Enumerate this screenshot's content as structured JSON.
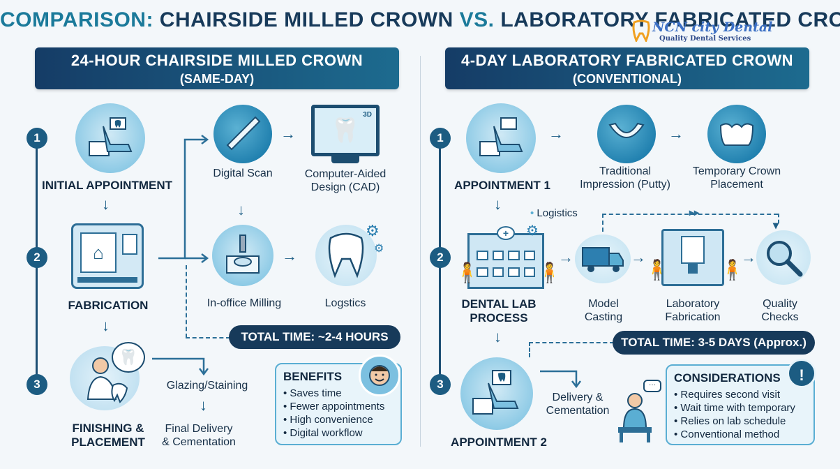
{
  "title": {
    "part1": "COMPARISON:",
    "part2": "CHAIRSIDE MILLED CROWN",
    "part3": "VS.",
    "part4": "LABORATORY FABRICATED CROWN"
  },
  "logo": {
    "name": "NCN city Dental",
    "tagline": "Quality Dental Services"
  },
  "left": {
    "banner": {
      "line1": "24-HOUR CHAIRSIDE MILLED CROWN",
      "line2": "(SAME-DAY)"
    },
    "numbers": [
      "1",
      "2",
      "3"
    ],
    "steps": {
      "initial": "INITIAL APPOINTMENT",
      "digital_scan": "Digital Scan",
      "cad_line1": "Computer-Aided",
      "cad_line2": "Design (CAD)",
      "fabrication": "FABRICATION",
      "milling": "In-office Milling",
      "logstics": "Logstics",
      "glazing": "Glazing/Staining",
      "finishing_line1": "FINISHING &",
      "finishing_line2": "PLACEMENT",
      "final_line1": "Final Delivery",
      "final_line2": "& Cementation"
    },
    "total_time": "TOTAL TIME: ~2-4 HOURS",
    "benefits": {
      "heading": "BENEFITS",
      "items": [
        "Saves time",
        "Fewer appointments",
        "High convenience",
        "Digital workflow"
      ]
    }
  },
  "right": {
    "banner": {
      "line1": "4-DAY LABORATORY FABRICATED CROWN",
      "line2": "(CONVENTIONAL)"
    },
    "numbers": [
      "1",
      "2",
      "3"
    ],
    "steps": {
      "appt1": "APPOINTMENT 1",
      "impression_line1": "Traditional",
      "impression_line2": "Impression (Putty)",
      "temp_line1": "Temporary Crown",
      "temp_line2": "Placement",
      "logistics": "Logistics",
      "lab_line1": "DENTAL LAB",
      "lab_line2": "PROCESS",
      "casting_line1": "Model",
      "casting_line2": "Casting",
      "labfab_line1": "Laboratory",
      "labfab_line2": "Fabrication",
      "qc_line1": "Quality",
      "qc_line2": "Checks",
      "delivery_line1": "Delivery &",
      "delivery_line2": "Cementation",
      "appt2": "APPOINTMENT 2"
    },
    "total_time": "TOTAL TIME: 3-5 DAYS (Approx.)",
    "considerations": {
      "heading": "CONSIDERATIONS",
      "items": [
        "Requires second visit",
        "Wait time with temporary",
        "Relies on lab schedule",
        "Conventional method"
      ]
    }
  },
  "colors": {
    "navy": "#173a5a",
    "teal": "#1b7a9a",
    "light_blue": "#8fcbe6",
    "box_border": "#5aaed3"
  },
  "icons": [
    "dental-chair-icon",
    "scanner-wand-icon",
    "cad-monitor-icon",
    "milling-machine-icon",
    "milling-block-icon",
    "tooth-gears-icon",
    "dentist-icon",
    "putty-tray-icon",
    "temporary-crown-icon",
    "dental-lab-building-icon",
    "delivery-truck-icon",
    "lab-machine-icon",
    "magnifier-icon",
    "waiting-patient-icon",
    "smiling-face-icon",
    "alert-gear-icon"
  ]
}
